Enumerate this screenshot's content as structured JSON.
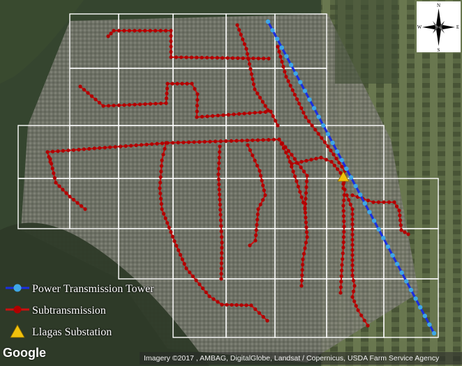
{
  "map": {
    "colors": {
      "tower": "#1a2fe0",
      "tower_dot": "#3fa7e6",
      "subtransmission": "#cc1010",
      "substation": "#f2c20c",
      "grid": "#ffffff"
    }
  },
  "compass": {
    "north": "N",
    "south": "S",
    "east": "E",
    "west": "W",
    "icon": "compass-rose-icon"
  },
  "legend": {
    "items": [
      {
        "label": "Power Transmission Tower",
        "icon": "tower-line-icon"
      },
      {
        "label": "Subtransmission",
        "icon": "subtransmission-line-icon"
      },
      {
        "label": "Llagas Substation",
        "icon": "substation-triangle-icon"
      }
    ]
  },
  "footer": {
    "logo": "Google",
    "attribution": "Imagery ©2017 , AMBAG, DigitalGlobe, Landsat / Copernicus, USDA Farm Service Agency"
  }
}
